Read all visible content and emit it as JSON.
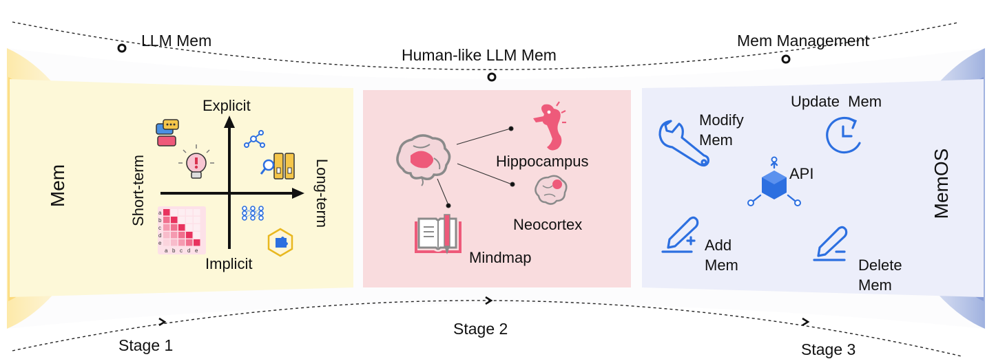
{
  "top_labels": {
    "left": "LLM Mem",
    "center": "Human-like LLM Mem",
    "right": "Mem Management"
  },
  "stages": {
    "s1": "Stage 1",
    "s2": "Stage 2",
    "s3": "Stage 3"
  },
  "side_labels": {
    "left": "Mem",
    "right": "MemOS"
  },
  "panel1": {
    "axis_top": "Explicit",
    "axis_bottom": "Implicit",
    "axis_left": "Short-term",
    "axis_right": "Long-term",
    "matrix_rows": [
      "a",
      "b",
      "c",
      "d",
      "e"
    ],
    "matrix_cols": [
      "a",
      "b",
      "c",
      "d",
      "e"
    ]
  },
  "panel2": {
    "hippocampus": "Hippocampus",
    "neocortex": "Neocortex",
    "mindmap": "Mindmap"
  },
  "panel3": {
    "modify_l1": "Modify",
    "modify_l2": "Mem",
    "update": "Update  Mem",
    "api": "API",
    "add_l1": "Add",
    "add_l2": "Mem",
    "delete_l1": "Delete",
    "delete_l2": "Mem"
  },
  "colors": {
    "panel1_bg": "#fdf8d8",
    "panel2_bg": "#f9dcde",
    "panel3_bg": "#eceefa",
    "accent_pink": "#ee5a7a",
    "accent_blue": "#2c6fe0",
    "accent_gold": "#f5c64a"
  }
}
